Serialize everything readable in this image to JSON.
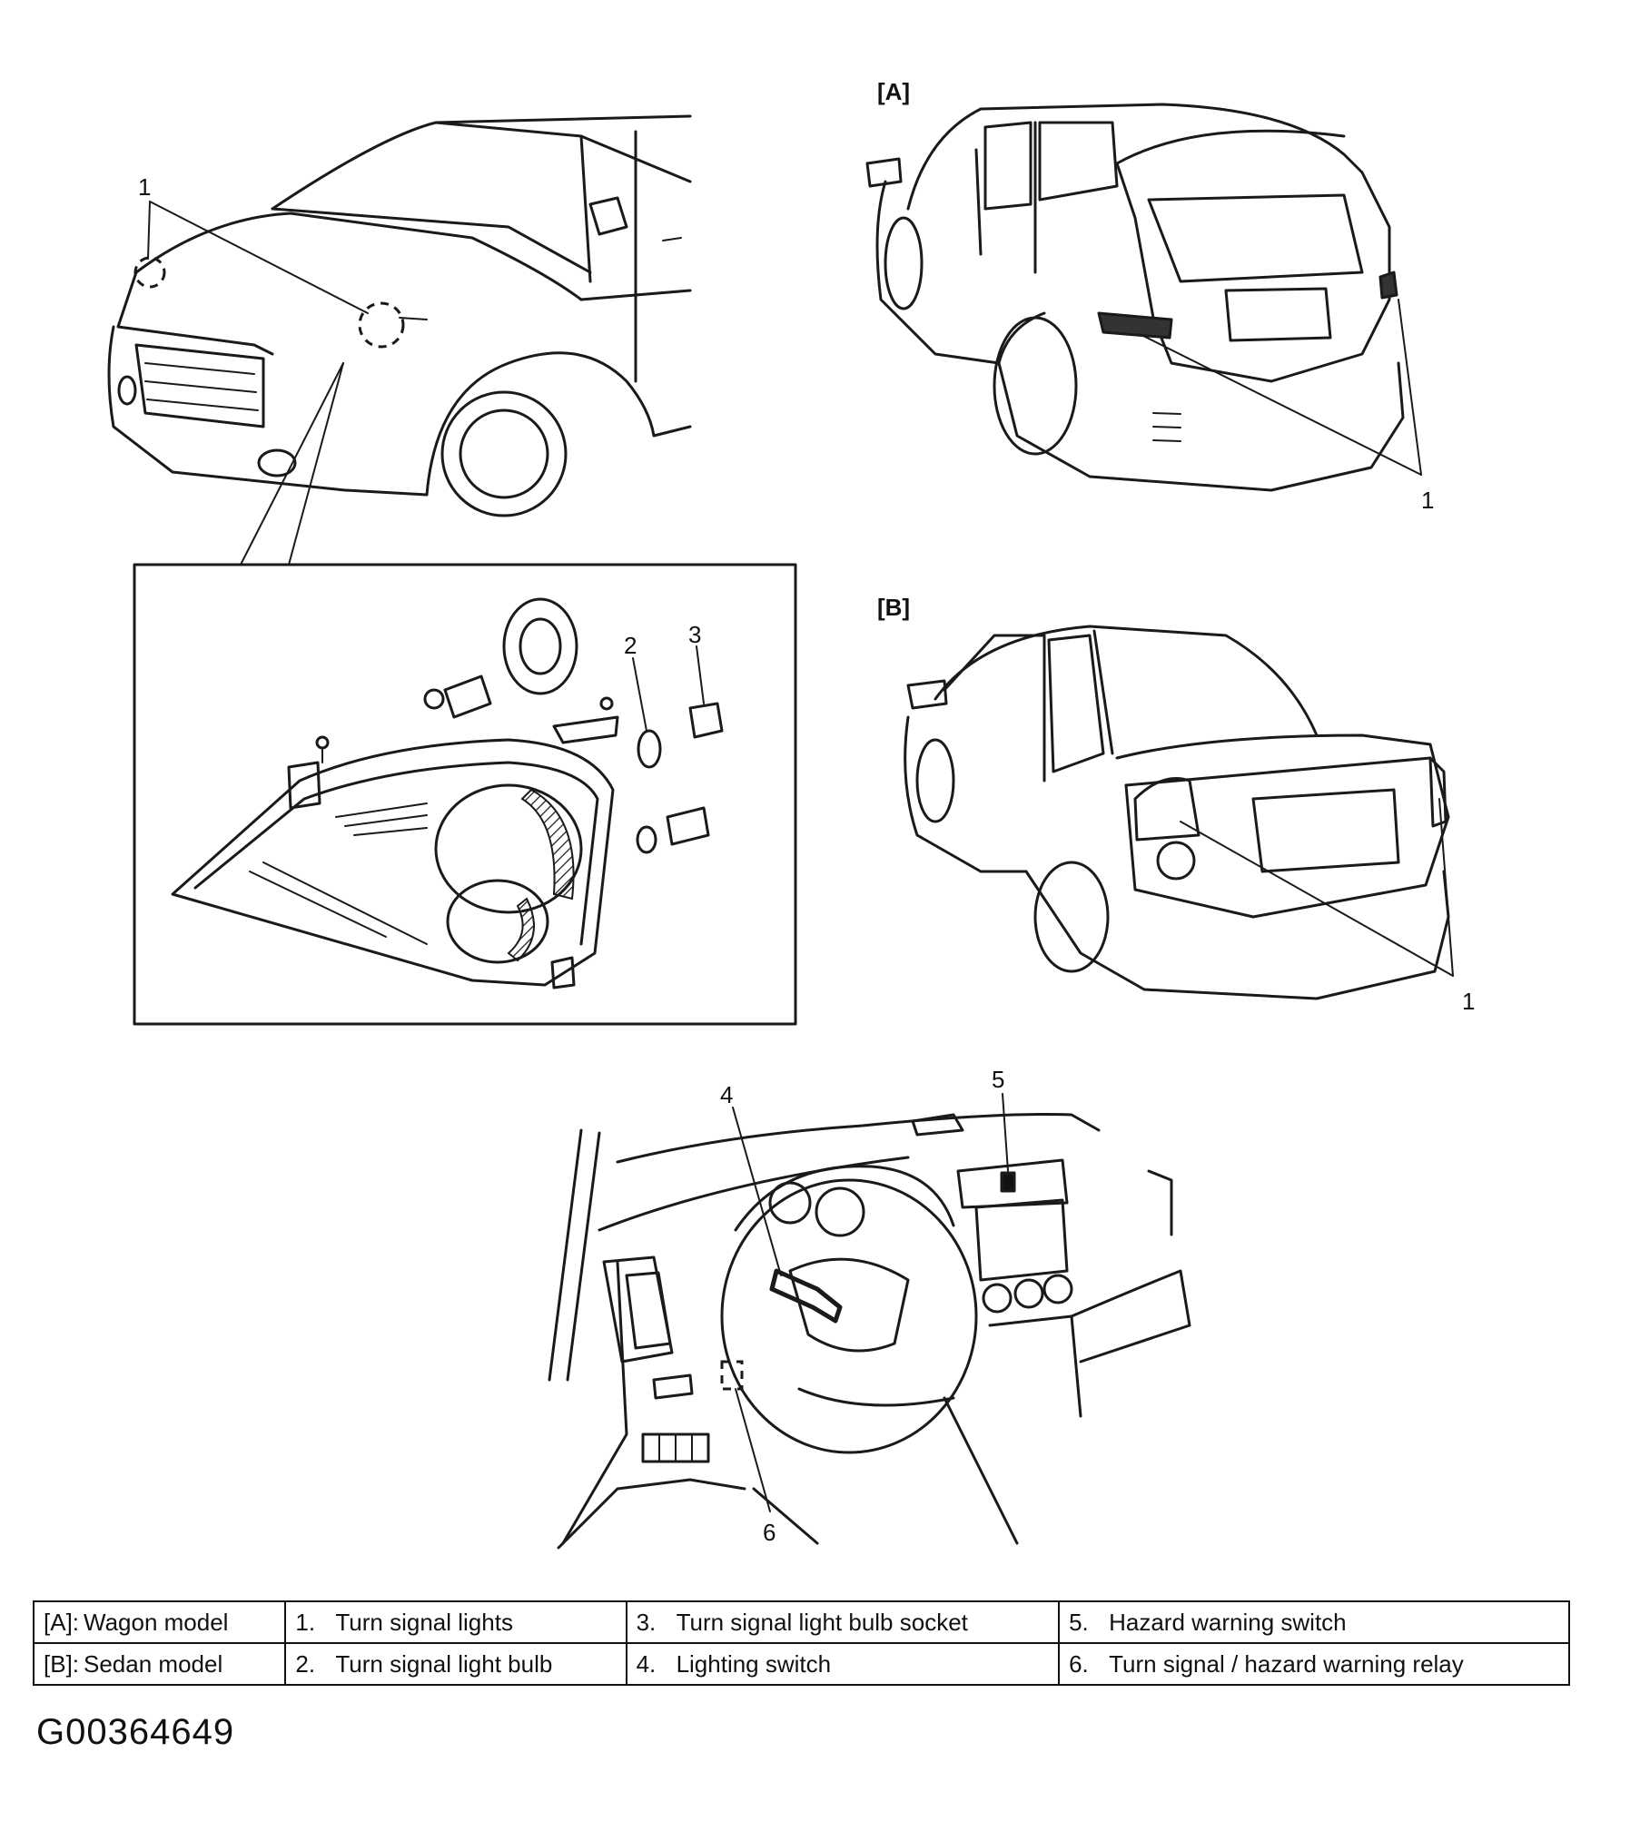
{
  "callouts": {
    "front_turn_signal": "1",
    "wagon_rear_turn_signal": "1",
    "sedan_rear_turn_signal": "1",
    "bulb": "2",
    "socket": "3",
    "lighting_switch": "4",
    "hazard_switch": "5",
    "relay": "6"
  },
  "panels": {
    "wagon_tag": "[A]",
    "sedan_tag": "[B]"
  },
  "legend": {
    "rows": [
      [
        {
          "key": "[A]:",
          "label": "Wagon model"
        },
        {
          "key": "1.",
          "label": "Turn signal lights"
        },
        {
          "key": "3.",
          "label": "Turn signal light bulb socket"
        },
        {
          "key": "5.",
          "label": "Hazard warning switch"
        }
      ],
      [
        {
          "key": "[B]:",
          "label": "Sedan model"
        },
        {
          "key": "2.",
          "label": "Turn signal light bulb"
        },
        {
          "key": "4.",
          "label": "Lighting switch"
        },
        {
          "key": "6.",
          "label": "Turn signal / hazard warning relay"
        }
      ]
    ]
  },
  "figure_id": "G00364649"
}
